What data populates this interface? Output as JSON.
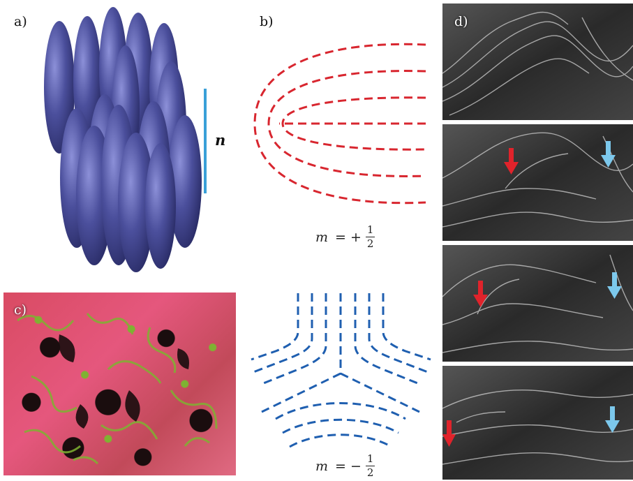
{
  "panels": {
    "a": {
      "label": "a)",
      "director_label": "n",
      "director_color": "#3aa0d8",
      "rod_color": "#4b4f9c"
    },
    "b": {
      "label": "b)",
      "formula_var": "m",
      "formula_sign": "= +",
      "frac_num": "1",
      "frac_den": "2",
      "line_color": "#d8262f"
    },
    "c": {
      "label": "c)",
      "colors": {
        "pink": "#e5577d",
        "green": "#7fb232",
        "dark": "#1a0d0e"
      }
    },
    "neg": {
      "formula_var": "m",
      "formula_sign": "= −",
      "frac_num": "1",
      "frac_den": "2",
      "line_color": "#1f5fb0"
    },
    "d": {
      "label": "d)",
      "arrow_red": "#e0232b",
      "arrow_blue": "#7cc8ec"
    }
  }
}
